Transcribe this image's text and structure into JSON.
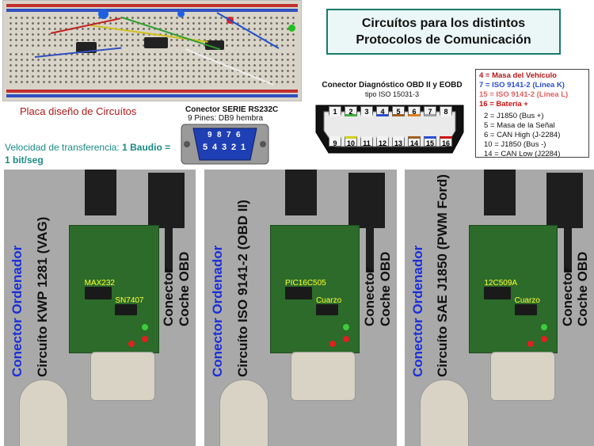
{
  "title": {
    "line1": "Circuítos para los distintos",
    "line2": "Protocolos de Comunicación"
  },
  "breadboard": {
    "caption": "Placa diseño de Circuítos"
  },
  "speed": {
    "text": "Velocidad de transferencia: ",
    "bold": "1 Baudio = 1 bit/seg"
  },
  "rs232": {
    "title": "Conector SERIE RS232C",
    "subtitle": "9 Pines: DB9 hembra",
    "top_pins": [
      "9",
      "8",
      "7",
      "6"
    ],
    "bottom_pins": [
      "5",
      "4",
      "3",
      "2",
      "1"
    ]
  },
  "obd": {
    "title": "Conector Diagnóstico OBD II y EOBD",
    "subtitle": "tipo ISO 15031-3",
    "top_pins": [
      "1",
      "2",
      "3",
      "4",
      "5",
      "6",
      "7",
      "8"
    ],
    "bottom_pins": [
      "9",
      "10",
      "11",
      "12",
      "13",
      "14",
      "15",
      "16"
    ]
  },
  "legend": {
    "highlight": [
      {
        "text": "4 = Masa del Vehículo",
        "color": "#b01818"
      },
      {
        "text": "7 = ISO 9141-2 (Línea K)",
        "color": "#2a4fd0"
      },
      {
        "text": "15 = ISO 9141-2 (Línea L)",
        "color": "#e06060"
      },
      {
        "text": "16 = Batería +",
        "color": "#d01010"
      }
    ],
    "plain": [
      "2 = J1850 (Bus +)",
      "5 = Masa de la Señal",
      "6 = CAN High (J-2284)",
      "10 = J1850 (Bus -)",
      "14 = CAN Low (J2284)"
    ]
  },
  "panels": [
    {
      "pc_label": "Conector Ordenador",
      "circuit_label": "Circuíto KWP 1281 (VAG)",
      "car_label_1": "Conector",
      "car_label_2": "Coche OBD",
      "chip1": "MAX232",
      "chip2": "SN7407"
    },
    {
      "pc_label": "Conector Ordenador",
      "circuit_label": "Circuíto ISO 9141-2 (OBD II)",
      "car_label_1": "Conector",
      "car_label_2": "Coche OBD",
      "chip1": "PIC16C505",
      "chip2": "Cuarzo"
    },
    {
      "pc_label": "Conector Ordenador",
      "circuit_label": "Circuíto SAE J1850 (PWM Ford)",
      "car_label_1": "Conector",
      "car_label_2": "Coche OBD",
      "chip1": "12C509A",
      "chip2": "Cuarzo"
    }
  ],
  "colors": {
    "accent_teal": "#1a8a84",
    "title_border": "#1a7a6a",
    "pc_label_blue": "#1a2fd8",
    "pcb_green": "#2c6b2a"
  }
}
